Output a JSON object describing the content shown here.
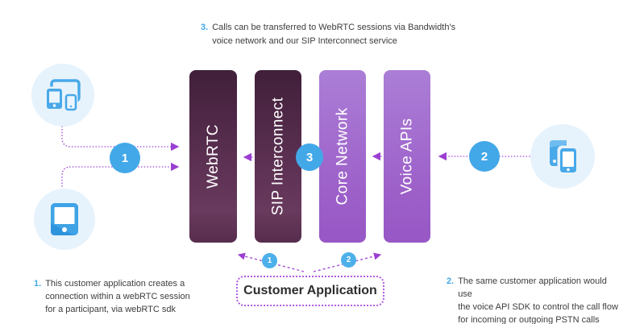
{
  "top_note": {
    "number": "3.",
    "text": "Calls can be transferred to WebRTC sessions via Bandwidth's\nvoice network and our SIP Interconnect service"
  },
  "columns": {
    "webrtc": "WebRTC",
    "sip": "SIP Interconnect",
    "core": "Core Network",
    "voice": "Voice APIs"
  },
  "markers": {
    "step1": "1",
    "step2": "2",
    "step3": "3",
    "app_to_webrtc": "1",
    "app_to_voice": "2"
  },
  "customer_application": {
    "label": "Customer Application"
  },
  "notes": {
    "left": {
      "number": "1.",
      "text": "This customer application creates a\nconnection within a webRTC session\nfor a participant, via webRTC sdk"
    },
    "right": {
      "number": "2.",
      "text": "The same customer application would use\nthe voice API SDK to control the call flow\nfor incoming or outgoing PSTN calls"
    }
  },
  "icons": {
    "left_top": "multi-device-icon",
    "left_bottom": "tablet-icon",
    "right": "dual-phone-icon"
  },
  "colors": {
    "accent_blue": "#42a8e8",
    "light_blue_bg": "#e7f3fc",
    "arrow_purple": "#a14fd8",
    "dark_column_top": "#401f3a",
    "dark_column_bottom": "#66385b",
    "light_column_top": "#ab7ed6",
    "light_column_bottom": "#9757c5",
    "note_text": "#3d3d3d"
  }
}
